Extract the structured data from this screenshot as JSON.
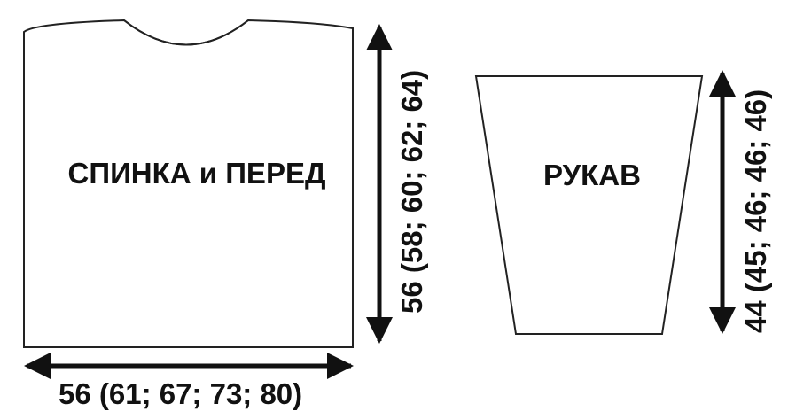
{
  "pieces": {
    "body": {
      "label": "СПИНКА и ПЕРЕД"
    },
    "sleeve": {
      "label": "РУКАВ"
    }
  },
  "dimensions": {
    "body_width": "56 (61; 67; 73; 80)",
    "body_height": "56 (58; 60; 62; 64)",
    "sleeve_length": "44 (45; 46; 46; 46)"
  }
}
